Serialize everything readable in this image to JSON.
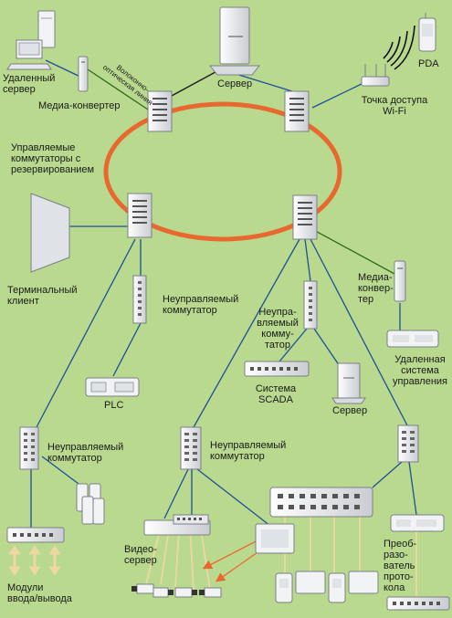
{
  "labels": {
    "remote_server": [
      "Удаленный",
      "сервер"
    ],
    "media_converter_top": "Медиа-конвертер",
    "fiber_line": [
      "Волоконно-",
      "оптическая линия"
    ],
    "server_top": "Сервер",
    "pda": "PDA",
    "wifi_ap": [
      "Точка доступа",
      "Wi-Fi"
    ],
    "managed_switches": [
      "Управляемые",
      "коммутаторы с",
      "резервированием"
    ],
    "terminal_client": [
      "Терминальный",
      "клиент"
    ],
    "unmanaged_switch_mid": [
      "Неуправляемый",
      "коммутатор"
    ],
    "plc": "PLC",
    "unmanaged_switch_center": [
      "Неупра-",
      "вляемый",
      "комму-",
      "татор"
    ],
    "scada": [
      "Система",
      "SCADA"
    ],
    "server_bottom": "Сервер",
    "media_converter_right": [
      "Медиа-",
      "конвер-",
      "тер"
    ],
    "remote_control": [
      "Удаленная",
      "система",
      "управления"
    ],
    "unmanaged_switch_left": [
      "Неуправляемый",
      "коммутатор"
    ],
    "io_modules": [
      "Модули",
      "ввода/вывода"
    ],
    "unmanaged_switch_bottom": [
      "Неуправляемый",
      "коммутатор"
    ],
    "video_server": [
      "Видео-",
      "сервер"
    ],
    "converter": [
      "Преоб-",
      "разо-",
      "ватель",
      "прото-",
      "кола"
    ]
  },
  "colors": {
    "background": "#b9d98f",
    "ring": "#e8692f",
    "link": "#1f4f9a",
    "fiber": "#2f6b1f",
    "signal": "#ecd8a0",
    "wireless": "#e8692f"
  }
}
